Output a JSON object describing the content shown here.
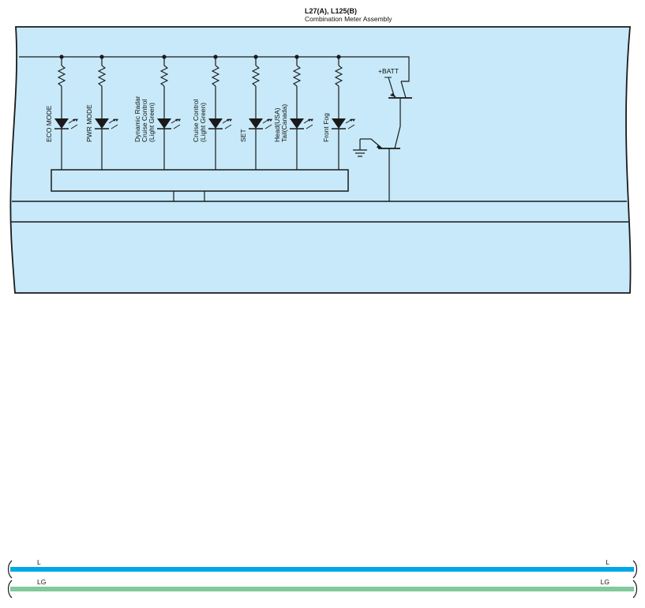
{
  "header": {
    "connector_codes": "L27(A), L125(B)",
    "title": "Combination Meter Assembly"
  },
  "indicators": [
    {
      "lines": [
        "ECO MODE"
      ]
    },
    {
      "lines": [
        "PWR MODE"
      ]
    },
    {
      "lines": [
        "Dynamic Radar",
        "Cruise Control",
        "(Light Green)"
      ]
    },
    {
      "lines": [
        "Cruise Control",
        "(Light Green)"
      ]
    },
    {
      "lines": [
        "SET"
      ]
    },
    {
      "lines": [
        "Head(USA)",
        "Tail(Canada)"
      ]
    },
    {
      "lines": [
        "Front Fog"
      ]
    }
  ],
  "batt_label": "+BATT",
  "wires": [
    {
      "left_label": "L",
      "right_label": "L",
      "color": "#00a9e6"
    },
    {
      "left_label": "LG",
      "right_label": "LG",
      "color": "#82c99b"
    }
  ],
  "colors": {
    "panel_fill": "#c7e9f9",
    "line": "#1a1a1a"
  }
}
